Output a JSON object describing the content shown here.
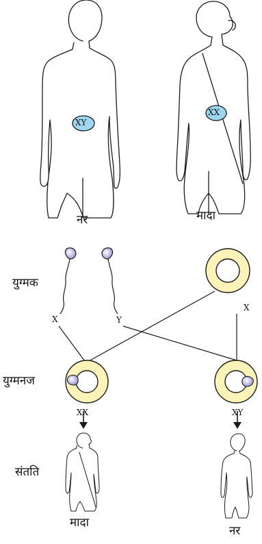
{
  "labels": {
    "male": "नर",
    "female": "मादा",
    "gametes": "युग्मक",
    "zygote": "युग्मनज",
    "offspring": "संतति",
    "offspring_female": "मादा",
    "offspring_male": "नर"
  },
  "chromosomes": {
    "male_body": "XY",
    "female_body": "XX",
    "sperm_x": "X",
    "sperm_y": "Y",
    "egg_x": "X",
    "zygote_female": "XX",
    "zygote_male": "XY"
  },
  "colors": {
    "outline": "#1a1a1a",
    "ring_fill": "#fbf3b8",
    "gonad_fill": "#9fd6ef",
    "sperm_fill": "#a8a2d6"
  }
}
